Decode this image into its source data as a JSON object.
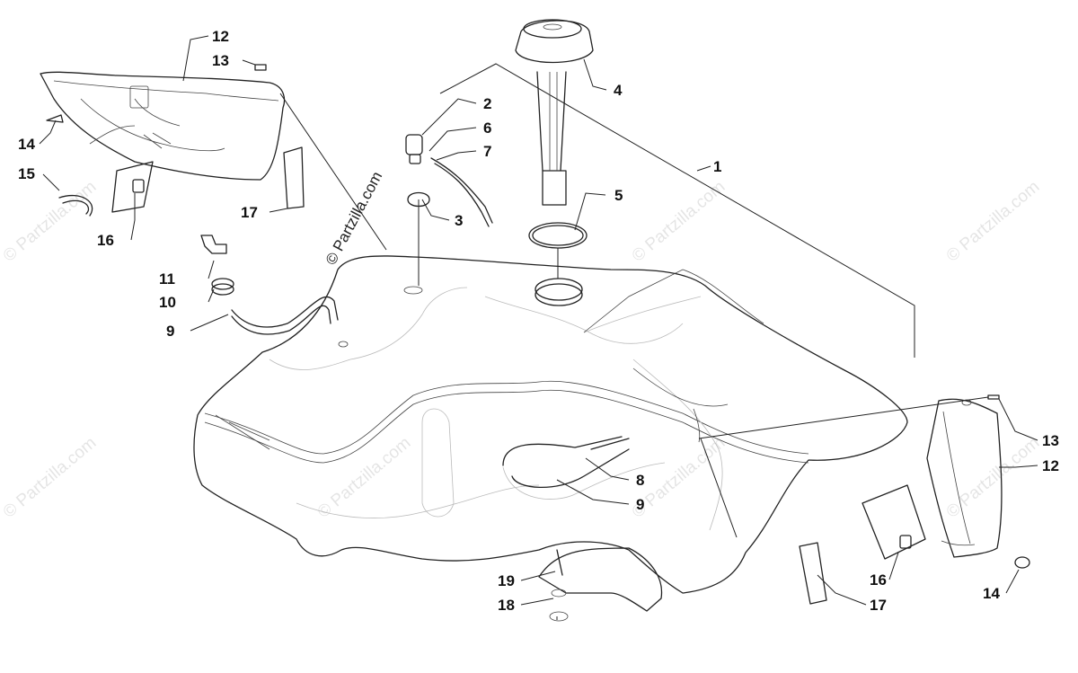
{
  "watermark": {
    "main": "© Partzilla.com",
    "repeat": "© Partzilla.com"
  },
  "callouts": [
    {
      "id": "c1",
      "text": "1"
    },
    {
      "id": "c2",
      "text": "2"
    },
    {
      "id": "c3",
      "text": "3"
    },
    {
      "id": "c4",
      "text": "4"
    },
    {
      "id": "c5",
      "text": "5"
    },
    {
      "id": "c6",
      "text": "6"
    },
    {
      "id": "c7",
      "text": "7"
    },
    {
      "id": "c8",
      "text": "8"
    },
    {
      "id": "c9a",
      "text": "9"
    },
    {
      "id": "c9b",
      "text": "9"
    },
    {
      "id": "c10",
      "text": "10"
    },
    {
      "id": "c11",
      "text": "11"
    },
    {
      "id": "c12a",
      "text": "12"
    },
    {
      "id": "c12b",
      "text": "12"
    },
    {
      "id": "c13a",
      "text": "13"
    },
    {
      "id": "c13b",
      "text": "13"
    },
    {
      "id": "c14a",
      "text": "14"
    },
    {
      "id": "c14b",
      "text": "14"
    },
    {
      "id": "c15",
      "text": "15"
    },
    {
      "id": "c16a",
      "text": "16"
    },
    {
      "id": "c16b",
      "text": "16"
    },
    {
      "id": "c17a",
      "text": "17"
    },
    {
      "id": "c17b",
      "text": "17"
    },
    {
      "id": "c18",
      "text": "18"
    },
    {
      "id": "c19",
      "text": "19"
    }
  ]
}
